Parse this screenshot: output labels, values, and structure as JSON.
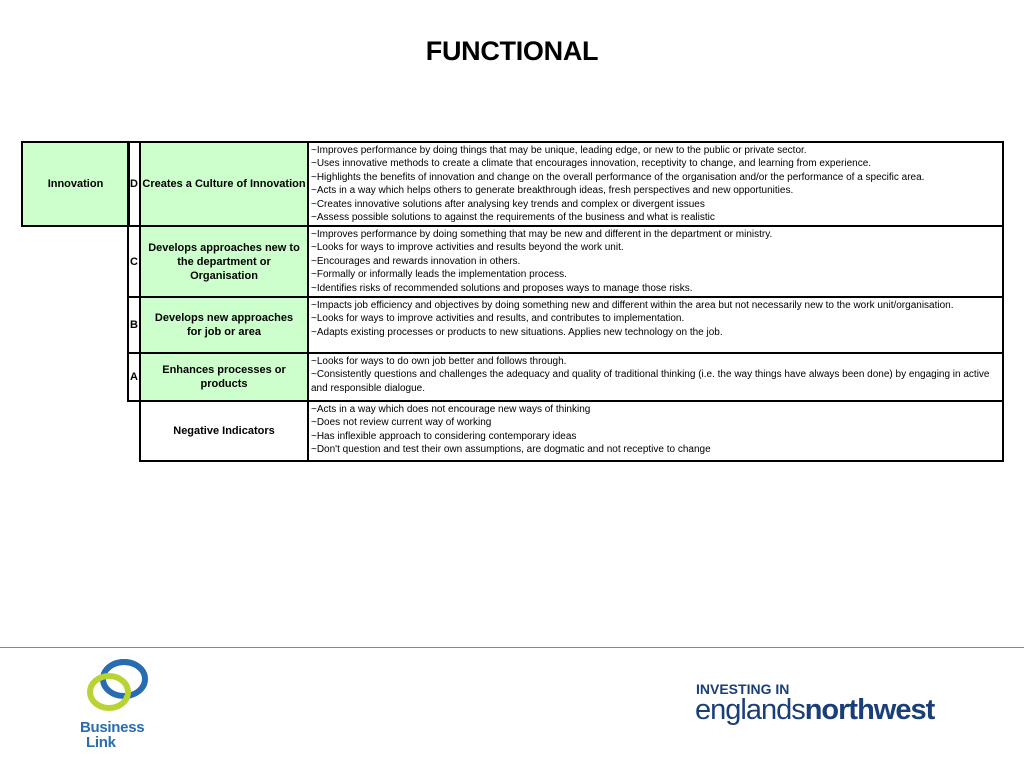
{
  "page": {
    "title": "FUNCTIONAL"
  },
  "competency": {
    "name": "Innovation",
    "levels": [
      {
        "code": "D",
        "name": "Creates a Culture of Innovation",
        "indicators": [
          "~Improves performance by doing things that may be unique, leading edge, or new to the public or private sector.",
          "~Uses innovative methods to create a climate that encourages innovation, receptivity to change, and learning from experience.",
          "~Highlights the benefits of innovation and change on the overall performance of the organisation and/or the performance of a specific area.",
          "~Acts in a way which helps others to generate breakthrough ideas, fresh perspectives and new opportunities.",
          "~Creates innovative solutions after analysing key trends and complex or divergent issues",
          "~Assess possible solutions to against the requirements of the business and what is realistic"
        ]
      },
      {
        "code": "C",
        "name": "Develops approaches new to the department or Organisation",
        "indicators": [
          "~Improves performance by doing something that may be new and different in the department or ministry.",
          "~Looks for ways to improve activities and results beyond the work unit.",
          "~Encourages and rewards innovation in others.",
          "~Formally or informally leads the implementation process.",
          "~Identifies risks of recommended solutions and proposes ways to manage those risks."
        ]
      },
      {
        "code": "B",
        "name": "Develops new approaches for job or area",
        "indicators": [
          "~Impacts job efficiency and objectives by doing something new and different within the area but not necessarily new to the work unit/organisation.",
          "~Looks for ways to improve activities and results, and contributes to implementation.",
          "~Adapts existing processes or products to new situations. Applies new technology on the job."
        ]
      },
      {
        "code": "A",
        "name": "Enhances processes or products",
        "indicators": [
          "~Looks for ways to do own job better and follows through.",
          "~Consistently questions and challenges the adequacy and quality of traditional thinking (i.e. the way things have always been done) by engaging in active and responsible dialogue."
        ]
      }
    ],
    "negative": {
      "name": "Negative Indicators",
      "indicators": [
        "~Acts in a way which does not encourage new ways of thinking",
        "~Does not review current way of working",
        "~Has inflexible approach to considering contemporary ideas",
        "~Don't question and test their own assumptions, are dogmatic and not receptive to change"
      ]
    }
  },
  "footer": {
    "business_link_line1": "Business",
    "business_link_line2": "Link",
    "nw_top": "INVESTING IN",
    "nw_light": "englands",
    "nw_bold": "northwest",
    "colors": {
      "blue": "#1a3e79",
      "green_ring": "#b7d433",
      "blue_ring": "#2a6cb1"
    }
  }
}
